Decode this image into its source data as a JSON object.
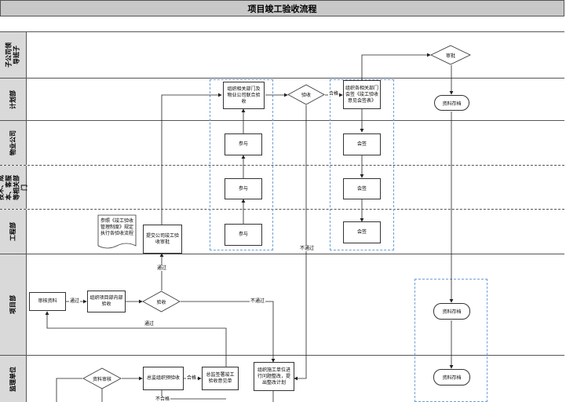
{
  "title": "项目竣工验收流程",
  "lanes": [
    {
      "label": "子公司领导班子"
    },
    {
      "label": "计划部"
    },
    {
      "label": "物业公司"
    },
    {
      "label": "技术、成本、客服等相关部门"
    },
    {
      "label": "工程部"
    },
    {
      "label": "项目部"
    },
    {
      "label": "监理单位"
    }
  ],
  "nodes": {
    "approve": "审批",
    "organize_joint": "组织相关部门及物业公司联合验收",
    "acceptance_check": "验收",
    "countersign_organize": "组织各相关部门会签《竣工验收意见会签表》",
    "archive_plan": "资料存档",
    "participate_property": "参与",
    "countersign_property": "会签",
    "participate_tech": "参与",
    "countersign_tech": "会签",
    "reference_doc": "参照《竣工验收管理制度》规定执行各验收流程",
    "submit_review": "提交公司竣工验收审批",
    "participate_eng": "参与",
    "countersign_eng": "会签",
    "review_material": "审核资料",
    "internal_accept": "组织项目部内部验收",
    "project_accept": "验收",
    "archive_project": "资料存档",
    "material_review": "资料审核",
    "chief_pre_accept": "总监组织预验收",
    "chief_sign": "总监签署竣工验收意见单",
    "rectify": "组织施工单位进行问题整改，提出整改计划",
    "archive_supervisor": "资料存档"
  },
  "edge_labels": {
    "qualified_1": "合格",
    "pass_1": "通过",
    "pass_2": "通过",
    "not_pass_1": "不通过",
    "pass_3": "通过",
    "not_pass_2": "不通过",
    "qualified_2": "合格",
    "not_qualified": "不合格"
  }
}
